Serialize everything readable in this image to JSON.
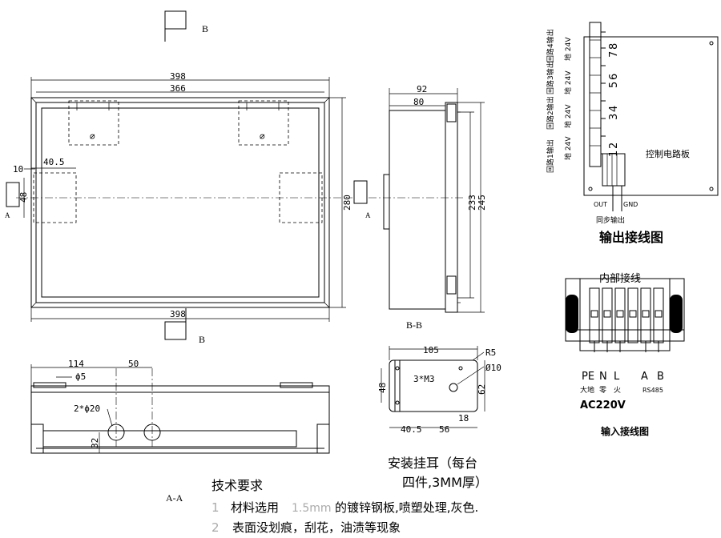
{
  "section_b_marks": {
    "top": "B",
    "bottom": "B"
  },
  "section_a_marks": {
    "left": "A",
    "right": "A"
  },
  "dims_front": {
    "overall_width_top": "398",
    "inner_width": "366",
    "overall_width_bottom": "398",
    "height": "280",
    "tab_offset": "40.5",
    "edge": "10",
    "tab_height": "48"
  },
  "dims_side": {
    "depth_total": "92",
    "depth_body": "80",
    "h1": "233",
    "h2": "245"
  },
  "side_title": "B-B",
  "dims_bottom": {
    "hole_pos": "114",
    "hole_spacing": "50",
    "small_hole": "ϕ5",
    "large_holes": "2*ϕ20",
    "height": "32"
  },
  "section_title": "A-A",
  "bracket": {
    "width": "105",
    "radius": "R5",
    "hole": "Ø10",
    "screw": "3*M3",
    "h1": "48",
    "h2": "62",
    "edge": "18",
    "off1": "40.5",
    "off2": "56",
    "title_line1": "安装挂耳（每台",
    "title_line2": "四件,3MM厚）"
  },
  "output_wiring": {
    "ch1": "回路1输出",
    "ch2": "回路2输出",
    "ch3": "回路3输出",
    "ch4": "回路4输出",
    "gnd24": "地 24V",
    "n1": "1",
    "n2": "2",
    "n3": "3",
    "n4": "4",
    "n5": "5",
    "n6": "6",
    "n7": "7",
    "n8": "8",
    "board": "控制电路板",
    "out": "OUT",
    "gnd": "GND",
    "sync": "同步输出",
    "title": "输出接线图"
  },
  "input_wiring": {
    "internal": "内部接线",
    "pe": "PE",
    "n": "N",
    "l": "L",
    "a": "A",
    "b": "B",
    "pe_cn": "大地",
    "n_cn": "零",
    "l_cn": "火",
    "rs485": "RS485",
    "ac": "AC220V",
    "title": "输入接线图"
  },
  "notes": {
    "title": "技术要求",
    "line1_num": "1",
    "line1_a": "材料选用",
    "line1_b": "1.5mm",
    "line1_c": "的镀锌钢板,喷塑处理,灰色.",
    "line2_num": "2",
    "line2": "表面没划痕，刮花，油渍等现象"
  }
}
